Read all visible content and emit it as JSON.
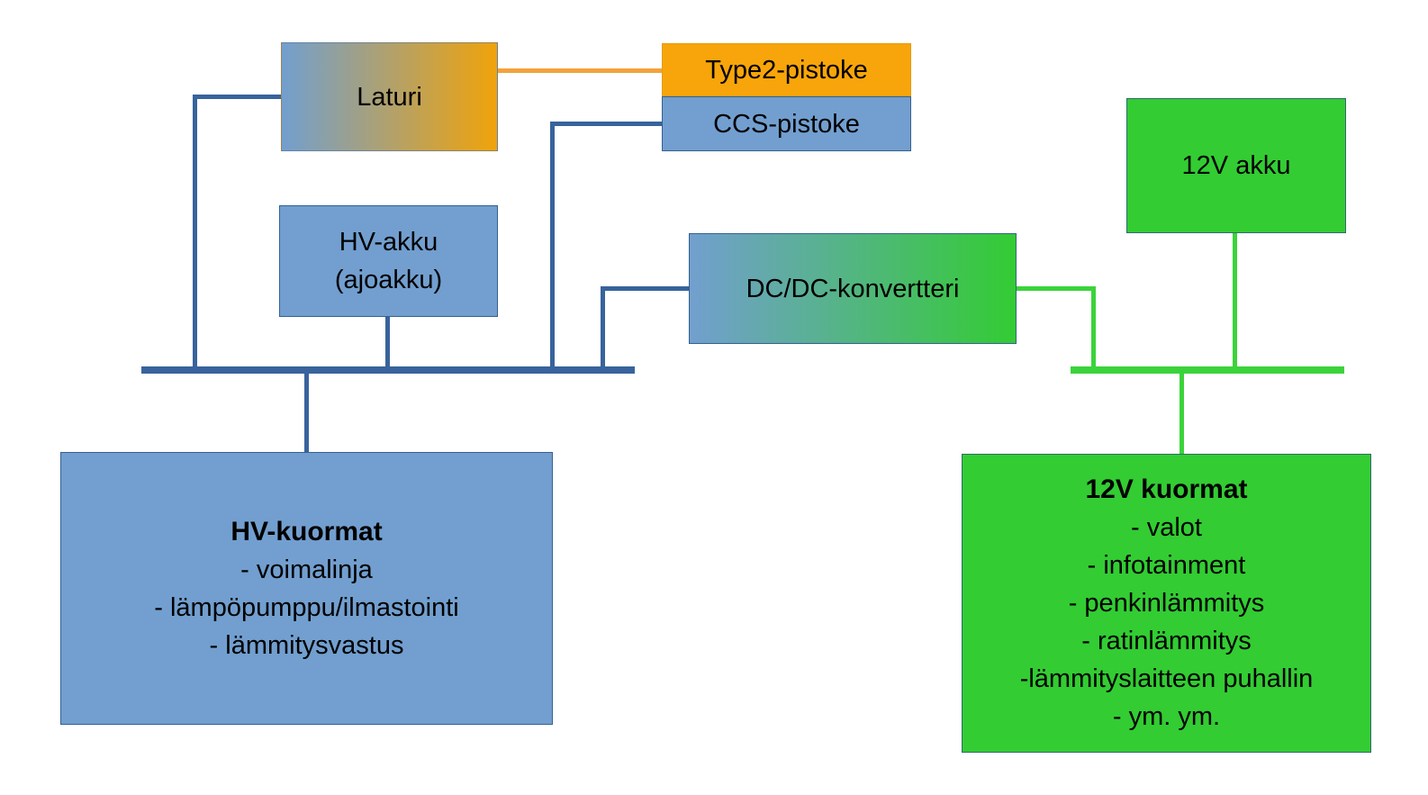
{
  "nodes": {
    "laturi": {
      "label": "Laturi"
    },
    "type2_pistoke": {
      "label": "Type2-pistoke"
    },
    "ccs_pistoke": {
      "label": "CCS-pistoke"
    },
    "akku_12v": {
      "label": "12V akku"
    },
    "hv_akku": {
      "line1": "HV-akku",
      "line2": "(ajoakku)"
    },
    "dcdc_konvertteri": {
      "label": "DC/DC-konvertteri"
    },
    "hv_kuormat": {
      "title": "HV-kuormat",
      "items": [
        "- voimalinja",
        "- lämpöpumppu/ilmastointi",
        "- lämmitysvastus"
      ]
    },
    "kuormat_12v": {
      "title": "12V kuormat",
      "items": [
        "- valot",
        "- infotainment",
        "- penkinlämmitys",
        "- ratinlämmitys",
        "-lämmityslaitteen puhallin",
        "- ym. ym."
      ]
    }
  },
  "colors": {
    "blue_fill": "#729FCF",
    "green_fill": "#33CC33",
    "orange_fill": "#F7A50A",
    "blue_line": "#38639C",
    "green_line": "#3BD33B",
    "orange_line": "#F2A33C",
    "box_border_blue": "#35618E",
    "gradient_blue": "#729FCF",
    "gradient_orange": "#F0A30A",
    "gradient_green": "#33CC33",
    "background": "#FFFFFF",
    "text": "#000000"
  }
}
